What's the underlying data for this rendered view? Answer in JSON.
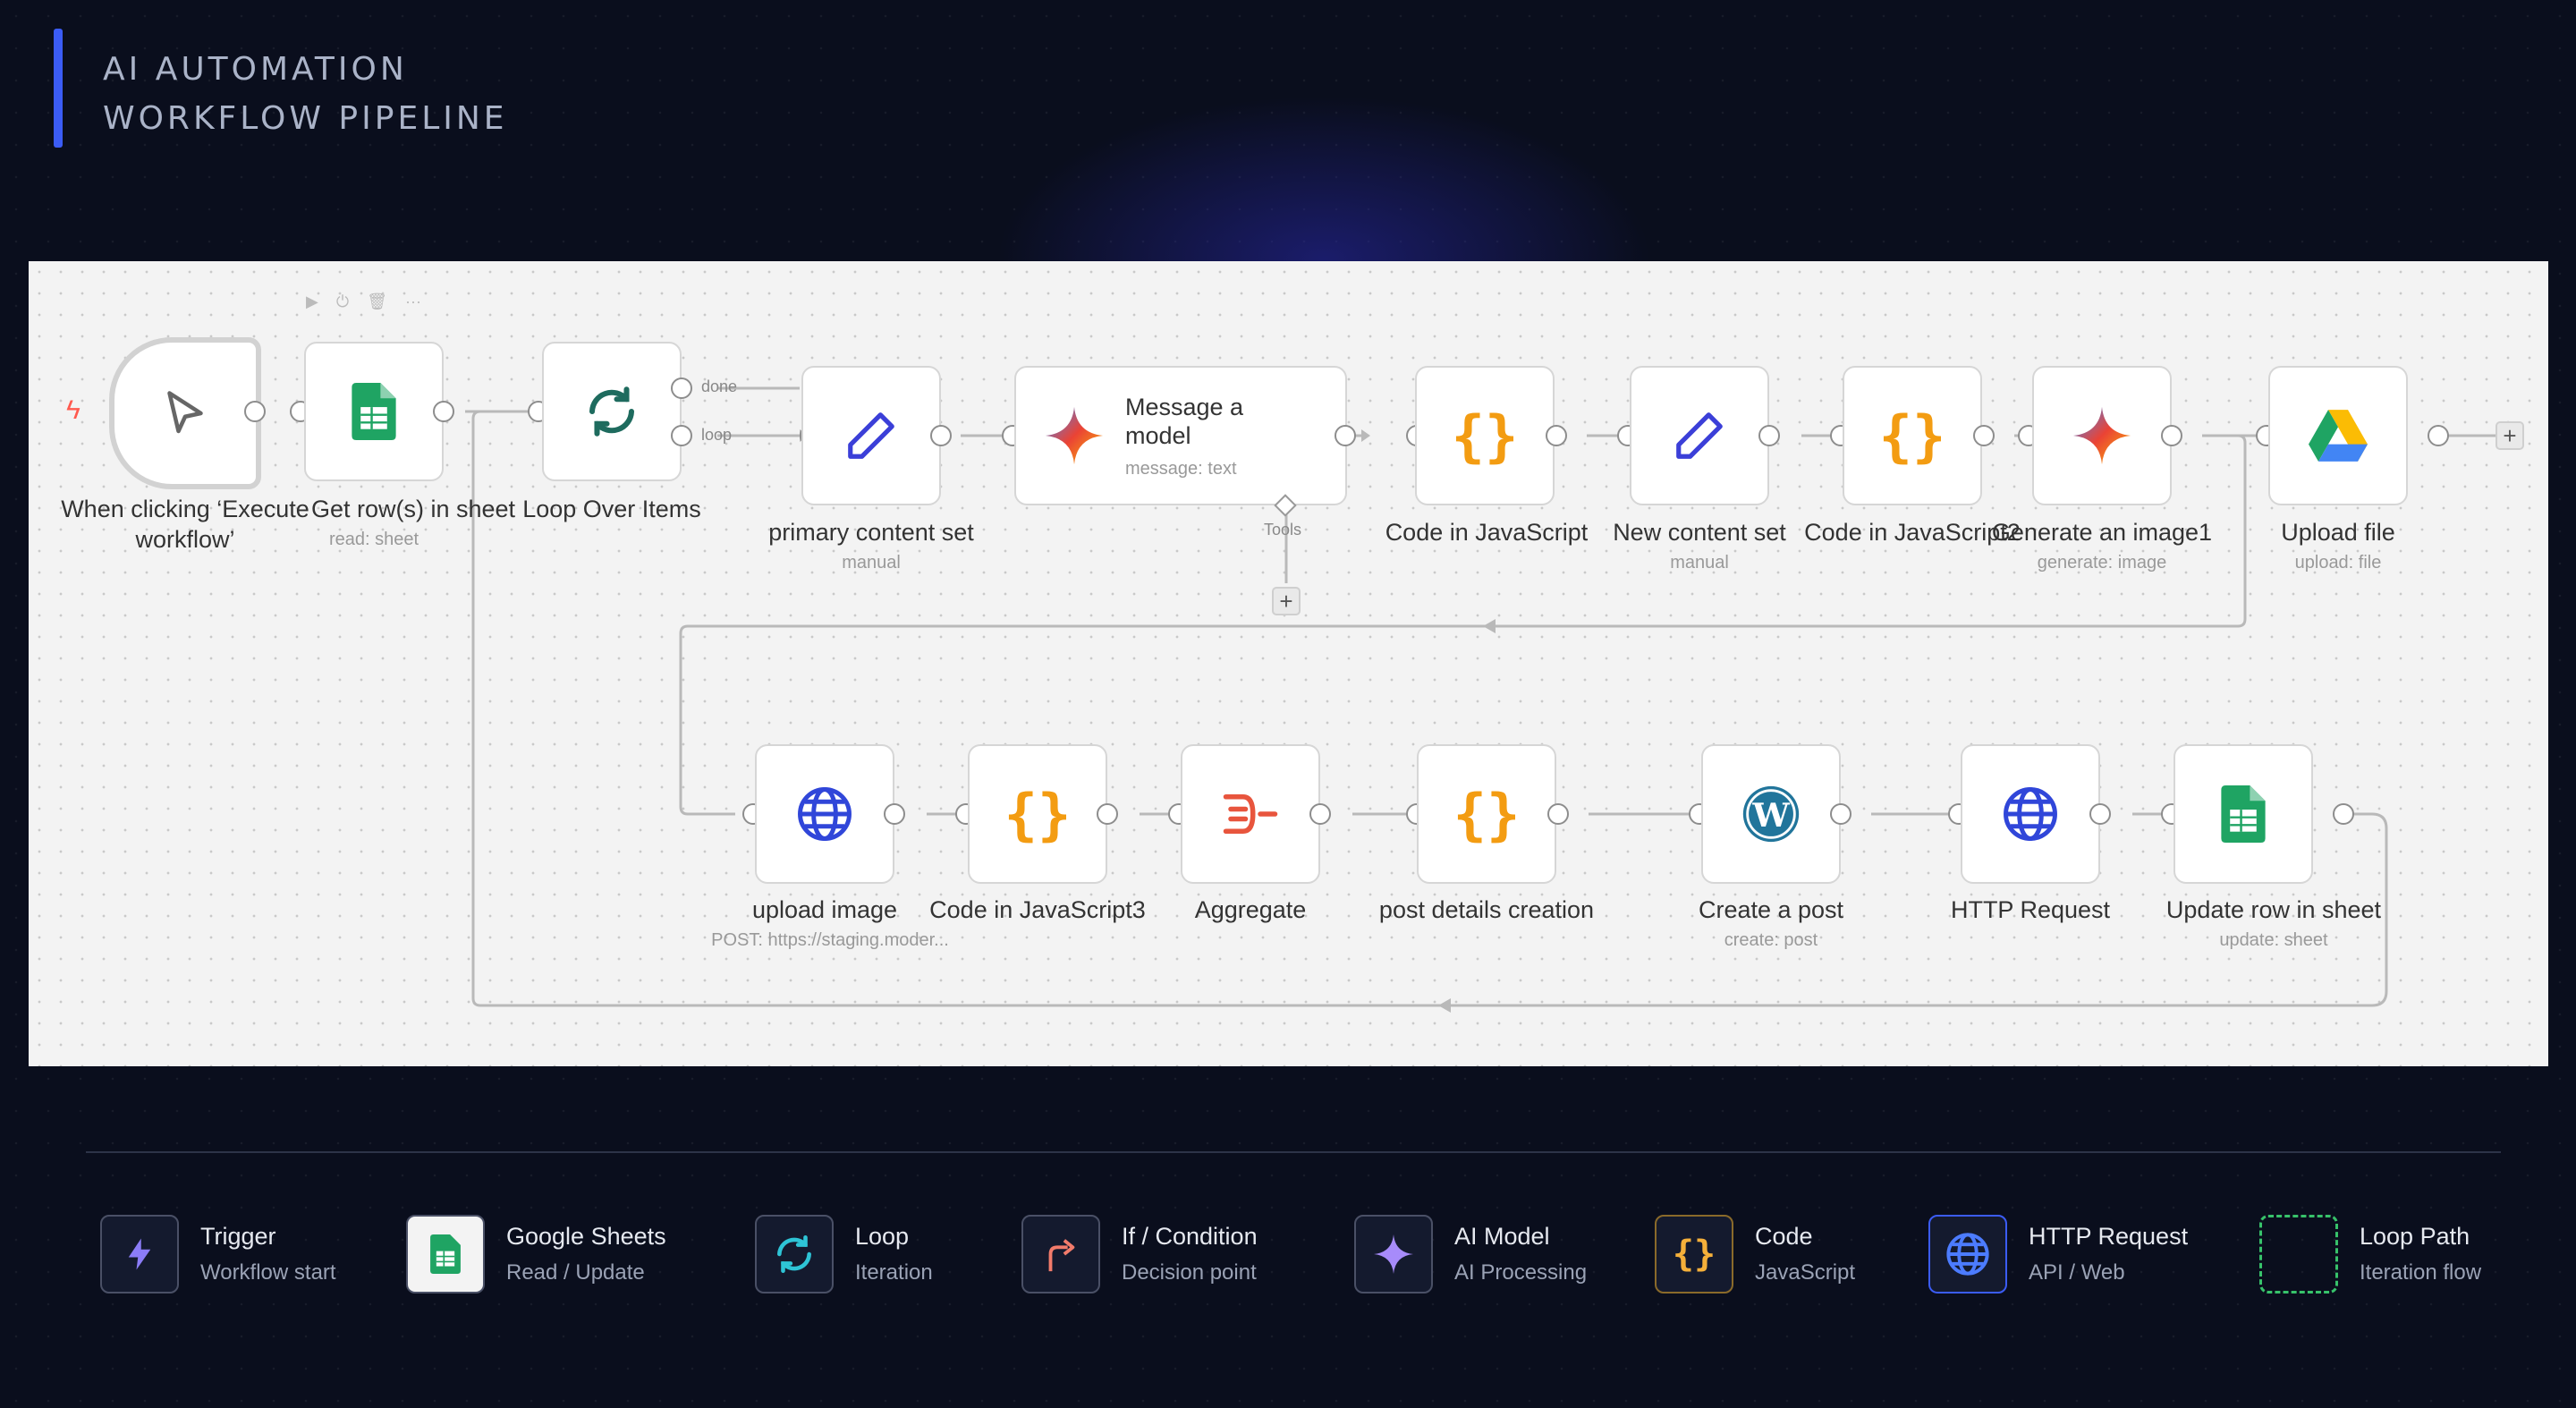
{
  "header": {
    "line1": "AI AUTOMATION",
    "line2": "WORKFLOW PIPELINE"
  },
  "canvas": {
    "toolbar": {
      "run": "▶",
      "power": "⏻",
      "delete": "🗑",
      "more": "···"
    },
    "loop_outputs": {
      "done": "done",
      "loop": "loop"
    },
    "tools_label": "Tools",
    "nodes": {
      "trigger": {
        "label": "When clicking ‘Execute workflow’"
      },
      "get_rows": {
        "label": "Get row(s) in sheet",
        "sub": "read: sheet"
      },
      "loop": {
        "label": "Loop Over Items"
      },
      "primary": {
        "label": "primary content set",
        "sub": "manual"
      },
      "message": {
        "title": "Message a model",
        "sub": "message: text"
      },
      "code1": {
        "label": "Code in JavaScript"
      },
      "new_content": {
        "label": "New content set",
        "sub": "manual"
      },
      "code2": {
        "label": "Code in JavaScript2"
      },
      "gen_image": {
        "label": "Generate an image1",
        "sub": "generate: image"
      },
      "upload_file": {
        "label": "Upload file",
        "sub": "upload: file"
      },
      "upload_image": {
        "label": "upload image",
        "sub": "POST: https://staging.moder..."
      },
      "code3": {
        "label": "Code in JavaScript3"
      },
      "aggregate": {
        "label": "Aggregate"
      },
      "post_details": {
        "label": "post details creation"
      },
      "create_post": {
        "label": "Create a post",
        "sub": "create: post"
      },
      "http": {
        "label": "HTTP Request"
      },
      "update_row": {
        "label": "Update row in sheet",
        "sub": "update: sheet"
      }
    }
  },
  "legend": [
    {
      "title": "Trigger",
      "sub": "Workflow start"
    },
    {
      "title": "Google Sheets",
      "sub": "Read / Update"
    },
    {
      "title": "Loop",
      "sub": "Iteration"
    },
    {
      "title": "If / Condition",
      "sub": "Decision point"
    },
    {
      "title": "AI Model",
      "sub": "AI Processing"
    },
    {
      "title": "Code",
      "sub": "JavaScript"
    },
    {
      "title": "HTTP Request",
      "sub": "API / Web"
    },
    {
      "title": "Loop Path",
      "sub": "Iteration flow"
    }
  ],
  "colors": {
    "accent": "#3b5cf6",
    "sheets": "#1fa463",
    "code": "#f39c12",
    "http": "#3046d9",
    "loop": "#1e6b5e",
    "aggregate": "#e8553d",
    "wordpress": "#21759b"
  }
}
